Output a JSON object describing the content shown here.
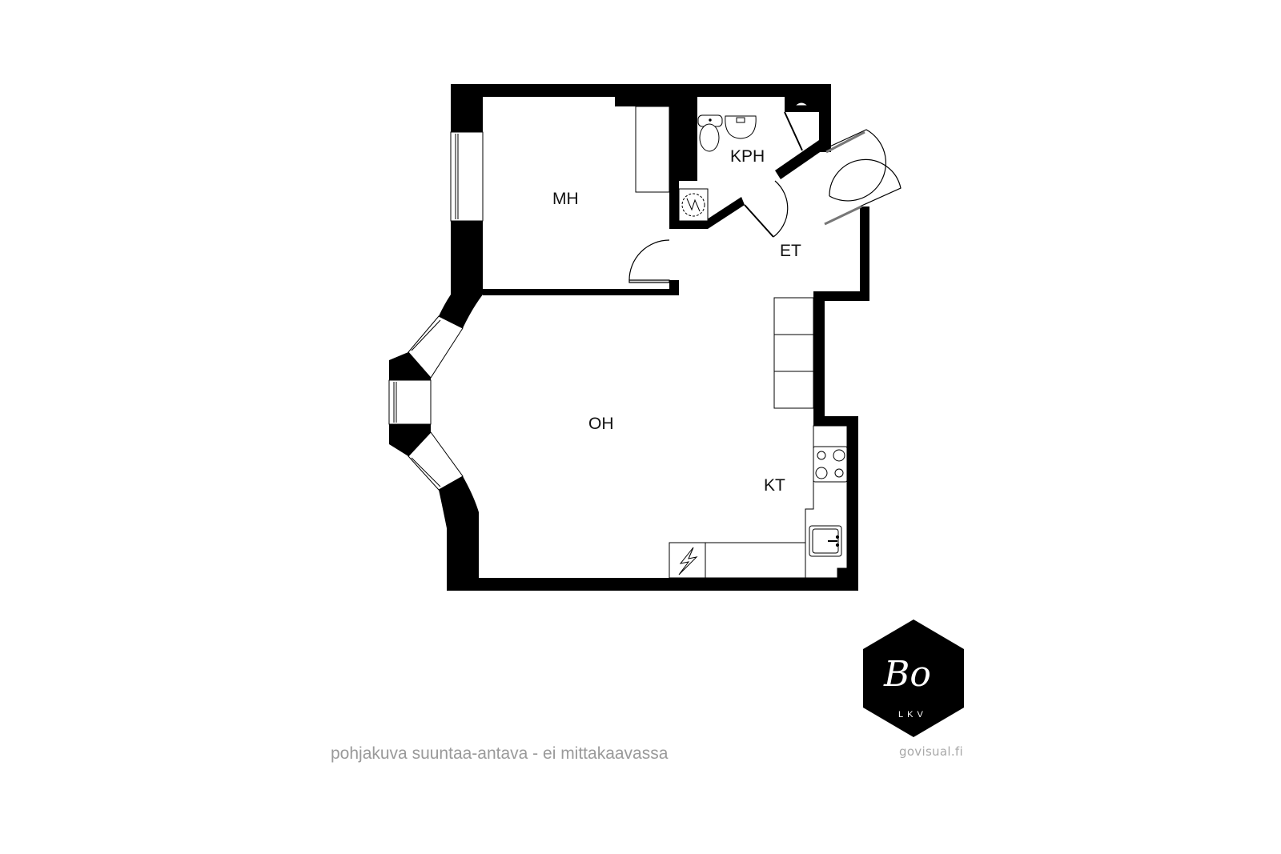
{
  "floorplan": {
    "rooms": [
      {
        "id": "mh",
        "label": "MH",
        "meaning": "bedroom"
      },
      {
        "id": "kph",
        "label": "KPH",
        "meaning": "bathroom"
      },
      {
        "id": "et",
        "label": "ET",
        "meaning": "entrance hall"
      },
      {
        "id": "oh",
        "label": "OH",
        "meaning": "living room"
      },
      {
        "id": "kt",
        "label": "KT",
        "meaning": "kitchenette"
      }
    ],
    "fixtures": [
      "toilet-icon",
      "sink-icon",
      "shower-icon",
      "washing-machine-icon",
      "stove-icon",
      "kitchen-sink-icon",
      "electric-panel-icon",
      "wardrobe",
      "doors",
      "windows"
    ],
    "wall_color": "#000000",
    "background_color": "#ffffff"
  },
  "logo": {
    "mark": "Bo",
    "sub": "LKV",
    "color": "#000000"
  },
  "footer": {
    "caption": "pohjakuva suuntaa-antava - ei mittakaavassa",
    "credit": "govisual.fi"
  }
}
